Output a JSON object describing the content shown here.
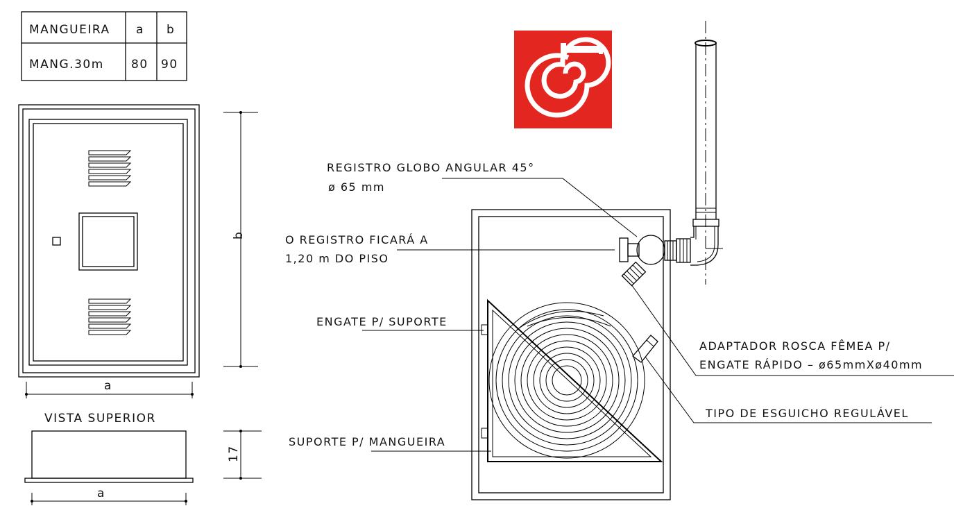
{
  "table": {
    "header": [
      "MANGUEIRA",
      "a",
      "b"
    ],
    "row": [
      "MANG.30m",
      "80",
      "90"
    ]
  },
  "dimensions": {
    "front_width": "a",
    "front_height": "b",
    "top_width": "a",
    "top_depth": "17"
  },
  "view_labels": {
    "top_view": "VISTA SUPERIOR"
  },
  "callouts": {
    "valve_line1": "REGISTRO GLOBO ANGULAR 45°",
    "valve_line2": "ø 65 mm",
    "height_line1": "O REGISTRO FICARÁ A",
    "height_line2": "1,20 m DO PISO",
    "hook": "ENGATE P/ SUPORTE",
    "support": "SUPORTE P/ MANGUEIRA",
    "adapter_line1": "ADAPTADOR ROSCA FÊMEA P/",
    "adapter_line2": "ENGATE RÁPIDO – ø65mmXø40mm",
    "nozzle": "TIPO DE ESGUICHO REGULÁVEL"
  },
  "colors": {
    "sign_background": "#e3261f",
    "sign_symbol": "#ffffff"
  },
  "icons": {
    "sign": "fire-hose-reel-sign-icon"
  }
}
